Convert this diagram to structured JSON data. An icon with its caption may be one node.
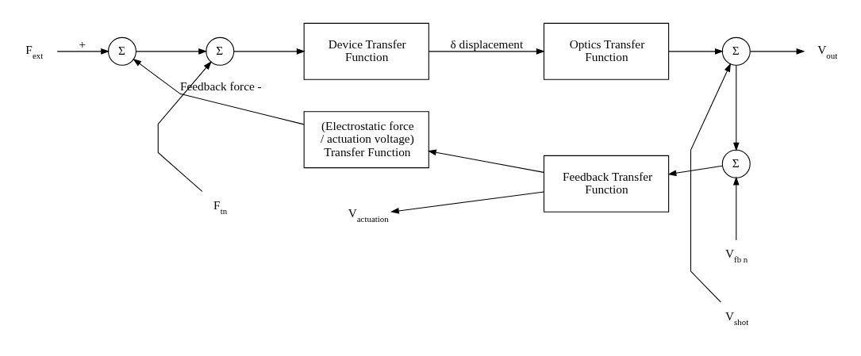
{
  "diagram": {
    "nodes": [
      {
        "text": [
          "F$_{ext}$"
        ]
      },
      {
        "text": [
          "Σ"
        ]
      },
      {
        "text": [
          "F$_{tn}$"
        ]
      },
      {
        "text": [
          "Σ"
        ]
      },
      {
        "text": [
          "Device Transfer Function"
        ]
      },
      {
        "text": [
          "Optics Transfer Function"
        ]
      },
      {
        "text": [
          "V$_{shot}$"
        ]
      },
      {
        "text": [
          "Σ"
        ]
      },
      {
        "text": [
          "V$_{out}$"
        ]
      },
      {
        "text": [
          "V$_{fb n}$"
        ]
      },
      {
        "text": [
          "Σ"
        ]
      },
      {
        "text": [
          "Feedback Transfer Function"
        ]
      },
      {
        "text": [
          "(Electrostatic force / actuation voltage) Transfer Function"
        ]
      },
      {
        "text": [
          "V$_{actuation}$"
        ]
      }
    ],
    "edges": [
      {
        "from": 0,
        "to": 1,
        "arrow": "to",
        "label": "+"
      },
      {
        "from": 1,
        "to": 3,
        "arrow": "to"
      },
      {
        "from": 2,
        "to": 3,
        "arrow": "to"
      },
      {
        "from": 3,
        "to": 4,
        "arrow": "to"
      },
      {
        "from": 4,
        "to": 5,
        "arrow": "to",
        "label": "δ displacement"
      },
      {
        "from": 5,
        "to": 7,
        "arrow": "to"
      },
      {
        "from": 6,
        "to": 7,
        "arrow": "to"
      },
      {
        "from": 7,
        "to": 8,
        "arrow": "to"
      },
      {
        "from": 7,
        "to": 10,
        "arrow": "to"
      },
      {
        "from": 9,
        "to": 10,
        "arrow": "to"
      },
      {
        "from": 10,
        "to": 11,
        "arrow": "to"
      },
      {
        "from": 11,
        "to": 12,
        "arrow": "to"
      },
      {
        "from": 11,
        "to": 13,
        "arrow": "to"
      },
      {
        "from": 12,
        "to": 1,
        "arrow": "to",
        "label": "Feedback force -"
      }
    ]
  }
}
